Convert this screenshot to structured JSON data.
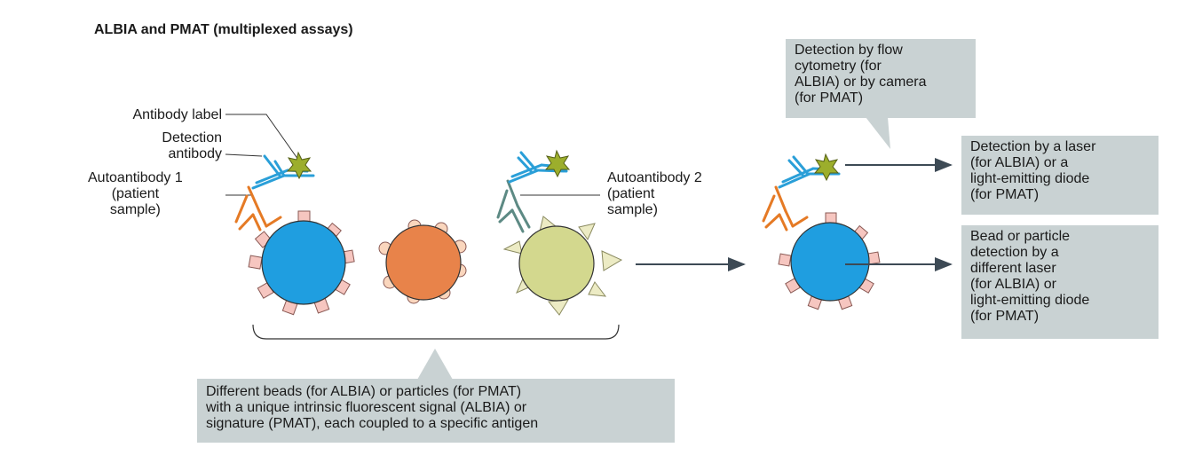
{
  "title": "ALBIA and PMAT (multiplexed assays)",
  "labels": {
    "antibody_label": "Antibody label",
    "detection_antibody": [
      "Detection",
      "antibody"
    ],
    "autoantibody_1": [
      "Autoantibody 1",
      "(patient",
      "sample)"
    ],
    "autoantibody_2": [
      "Autoantibody 2",
      "(patient",
      "sample)"
    ]
  },
  "callouts": {
    "flow_detection": [
      "Detection by flow",
      "cytometry (for",
      "ALBIA) or by camera",
      "(for PMAT)"
    ],
    "laser_detection": [
      "Detection by a laser",
      "(for ALBIA) or a",
      "light-emitting diode",
      "(for PMAT)"
    ],
    "bead_detection": [
      "Bead or particle",
      "detection by a",
      "different laser",
      "(for ALBIA) or",
      "light-emitting diode",
      "(for PMAT)"
    ],
    "beads_description": [
      "Different  beads (for ALBIA) or particles (for PMAT)",
      "with a unique intrinsic fluorescent signal (ALBIA) or",
      "signature (PMAT), each coupled to a specific antigen"
    ]
  },
  "colors": {
    "bead_blue": "#1f9ee0",
    "bead_orange": "#e8834a",
    "bead_olive": "#d3d88e",
    "antigen_square": "#f6c6c0",
    "antigen_circle": "#fad6bd",
    "antigen_triangle": "#ecebc4",
    "detection_antibody": "#2a9fd8",
    "autoantibody_1": "#e57a25",
    "autoantibody_2": "#5d8a84",
    "label_star": "#9cae2c",
    "callout_bg": "#c9d2d3",
    "arrow": "#3d4a55"
  }
}
